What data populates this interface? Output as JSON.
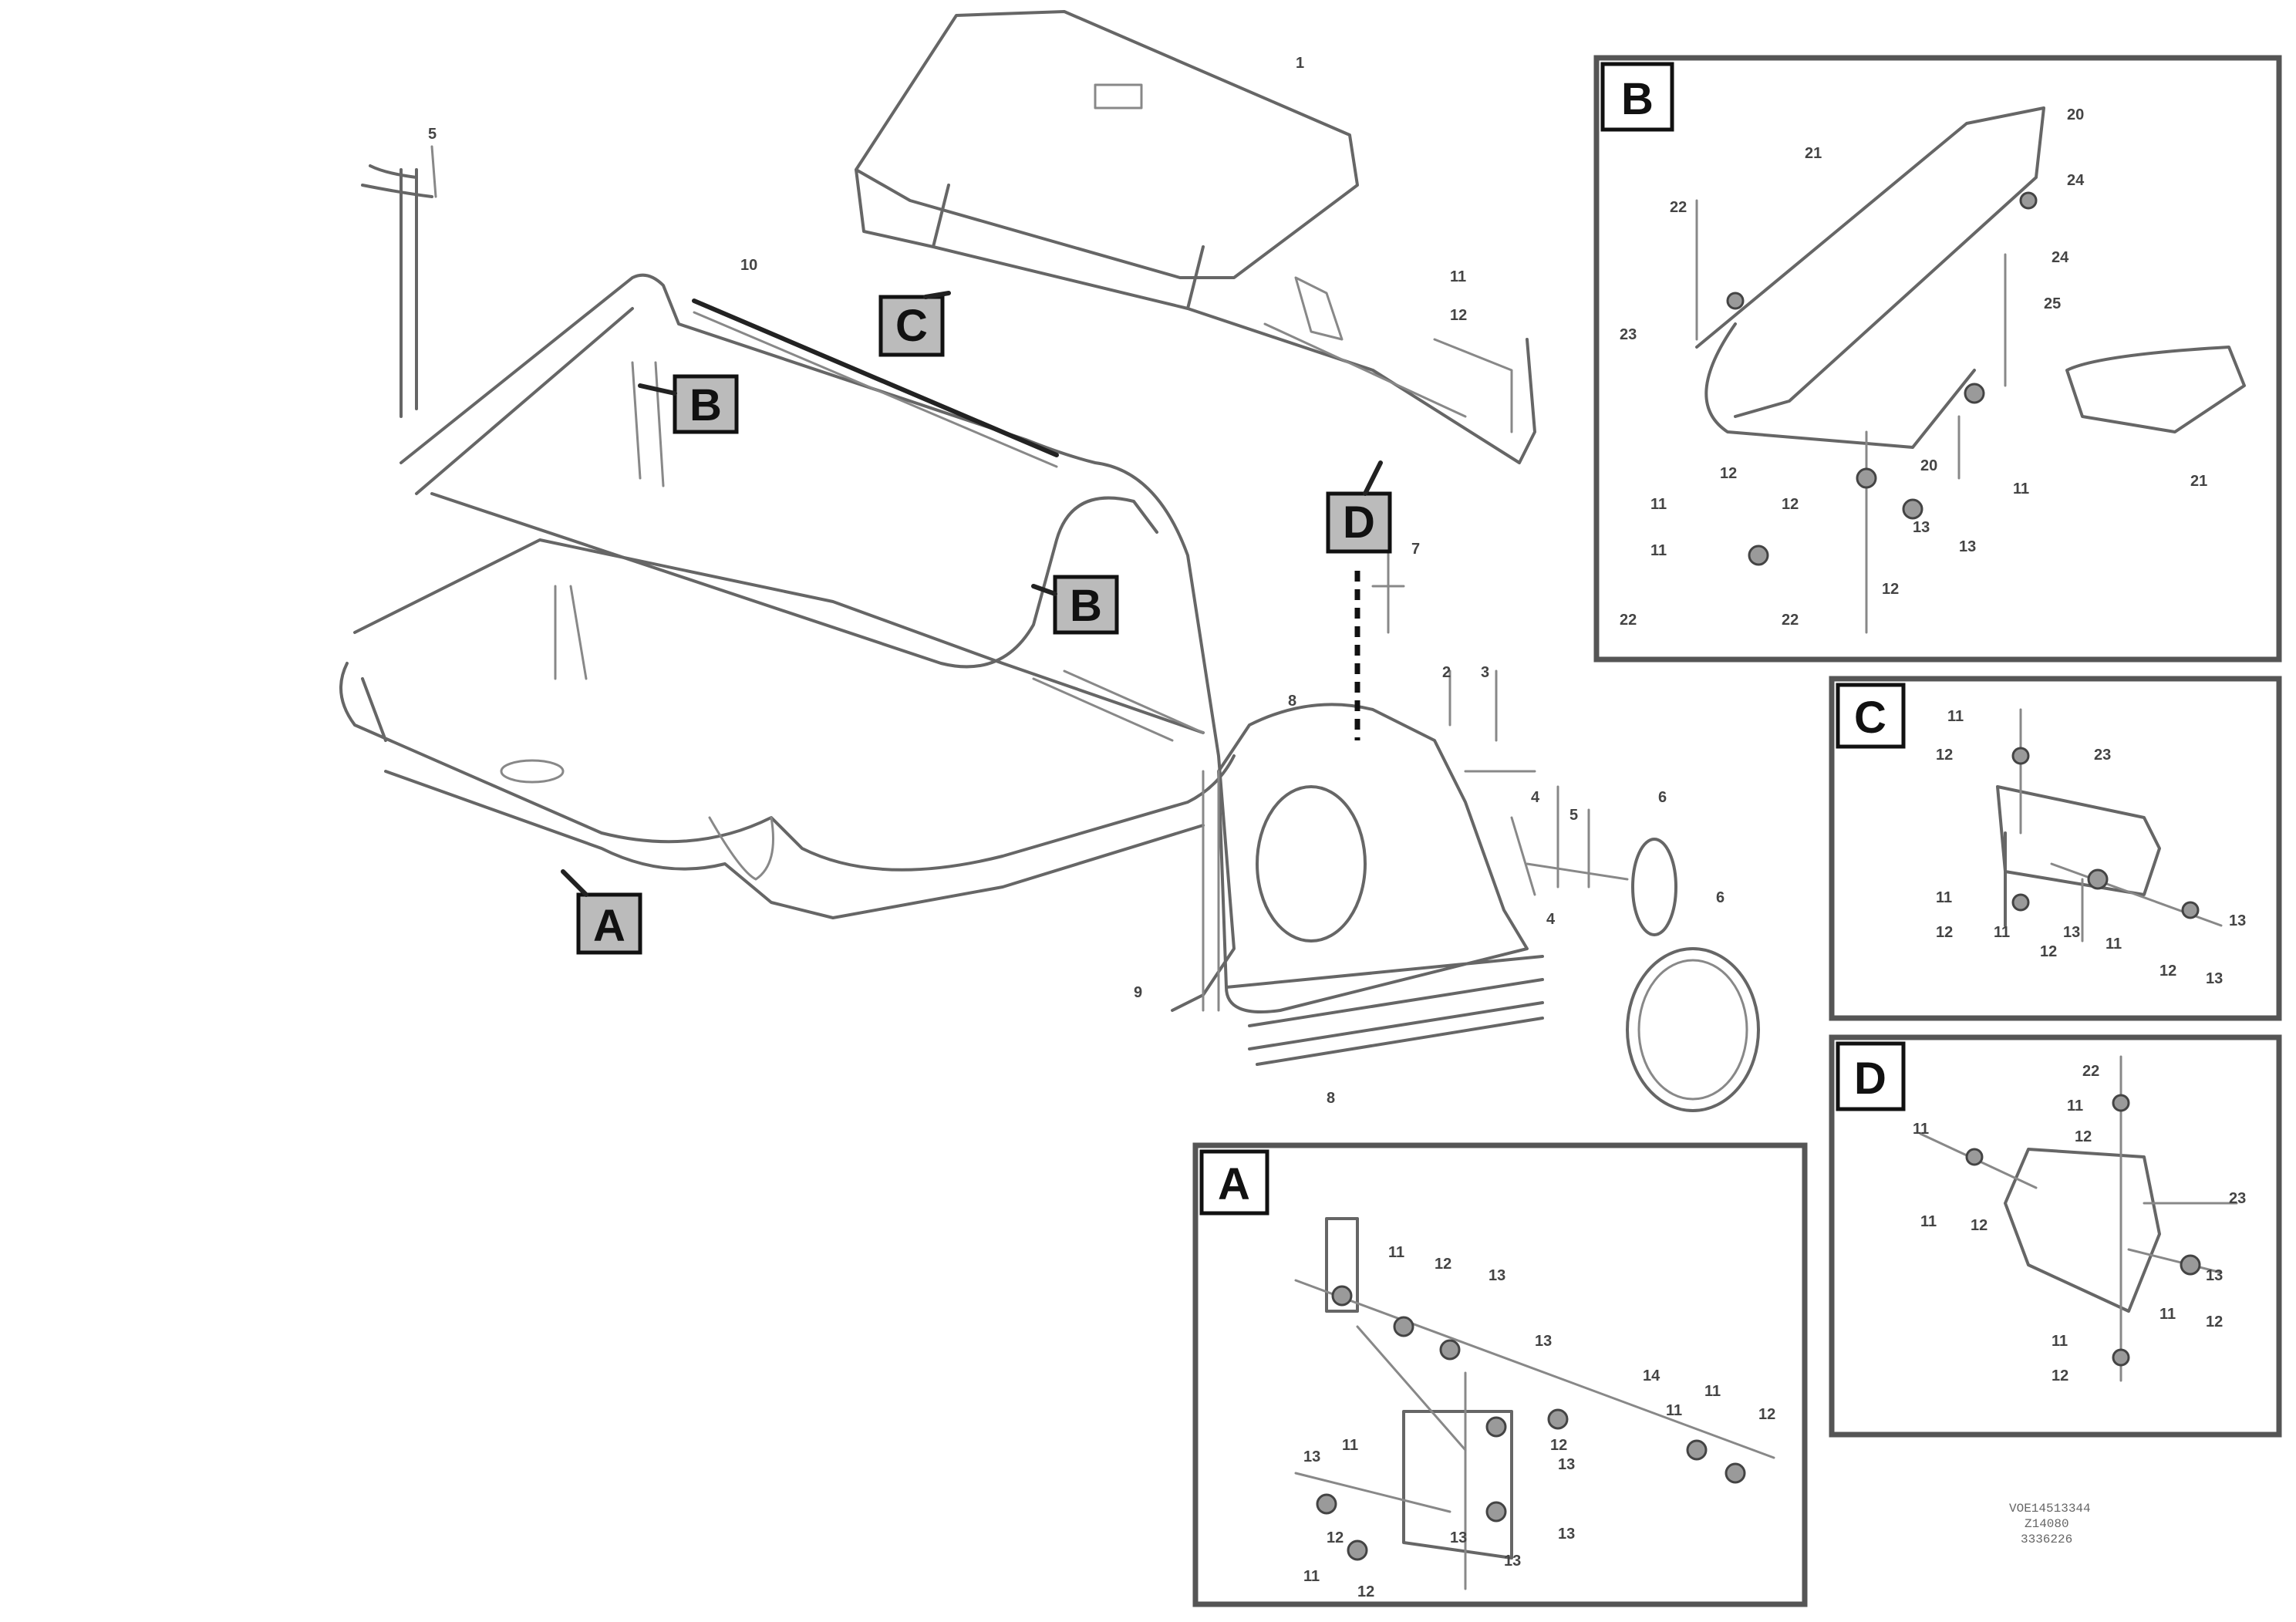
{
  "callouts": {
    "main_a": "A",
    "main_b1": "B",
    "main_b2": "B",
    "main_c": "C",
    "main_d": "D"
  },
  "panels": {
    "a": {
      "tag": "A",
      "numbers": [
        "11",
        "12",
        "13",
        "13",
        "14",
        "11",
        "12",
        "11",
        "12",
        "13",
        "11",
        "12",
        "13",
        "13",
        "13",
        "11",
        "12",
        "13"
      ]
    },
    "b": {
      "tag": "B",
      "numbers": [
        "20",
        "24",
        "21",
        "22",
        "23",
        "24",
        "25",
        "20",
        "22",
        "11",
        "12",
        "13",
        "11",
        "12",
        "13",
        "11",
        "12",
        "22",
        "21"
      ]
    },
    "c": {
      "tag": "C",
      "numbers": [
        "11",
        "12",
        "23",
        "11",
        "12",
        "13",
        "11",
        "12",
        "13",
        "11",
        "12",
        "13"
      ]
    },
    "d": {
      "tag": "D",
      "numbers": [
        "22",
        "11",
        "12",
        "11",
        "23",
        "11",
        "12",
        "11",
        "12",
        "13",
        "11",
        "12"
      ]
    }
  },
  "main_numbers": [
    "5",
    "1",
    "10",
    "11",
    "12",
    "7",
    "2",
    "3",
    "4",
    "5",
    "6",
    "6",
    "4",
    "8",
    "9",
    "8"
  ],
  "drawing_ref": [
    "VOE14513344",
    "Z14080",
    "3336226"
  ]
}
